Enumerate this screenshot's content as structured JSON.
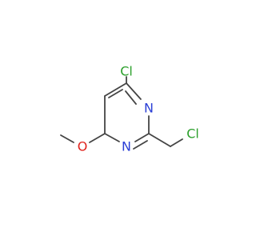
{
  "atoms": {
    "cl_ring": {
      "label": "Cl",
      "color": "#2ca02c"
    },
    "n_top": {
      "label": "N",
      "color": "#2b3fd6"
    },
    "n_bottom": {
      "label": "N",
      "color": "#2b3fd6"
    },
    "o_methoxy": {
      "label": "O",
      "color": "#e0221c"
    },
    "cl_methyl": {
      "label": "Cl",
      "color": "#2ca02c"
    }
  },
  "colors": {
    "bond": "#444444",
    "background": "#ffffff"
  }
}
